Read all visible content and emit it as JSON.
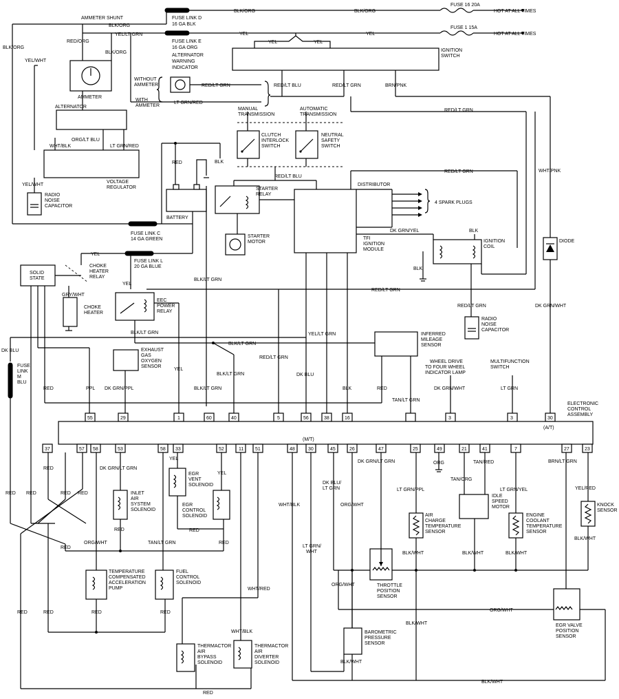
{
  "labels": {
    "ammeter_shunt": "AMMETER SHUNT",
    "blk_org": "BLK/ORG",
    "yel_lt_grn": "YEL/LT GRN",
    "red_org": "RED/ORG",
    "yel_wht": "YEL/WHT",
    "ammeter": "AMMETER",
    "alternator": "ALTERNATOR",
    "org_lt_blu": "ORG/LT BLU",
    "wht_blk": "WHT/BLK",
    "lt_grn_red": "LT GRN/RED",
    "voltage_regulator_1": "VOLTAGE",
    "voltage_regulator_2": "REGULATOR",
    "radio_noise_cap_1": "RADIO",
    "radio_noise_cap_2": "NOISE",
    "radio_noise_cap_3": "CAPACITOR",
    "fuse_link_d_1": "FUSE LINK D",
    "fuse_link_d_2": "16 GA BLK",
    "fuse_link_e_1": "FUSE LINK E",
    "fuse_link_e_2": "16 GA ORG",
    "alt_warning_1": "ALTERNATOR",
    "alt_warning_2": "WARNING",
    "alt_warning_3": "INDICATOR",
    "yel": "YEL",
    "fuse_16": "FUSE 16 20A",
    "fuse_1": "FUSE 1 15A",
    "hot_at_all_times": "HOT AT ALL TIMES",
    "ignition_switch_1": "IGNITION",
    "ignition_switch_2": "SWITCH",
    "without_ammeter_1": "WITHOUT",
    "without_ammeter_2": "AMMETER",
    "with_ammeter_1": "WITH",
    "with_ammeter_2": "AMMETER",
    "red_lt_grn": "RED/LT GRN",
    "red_lt_blu": "RED/LT BLU",
    "brn_pnk": "BRN/PNK",
    "manual_trans_1": "MANUAL",
    "manual_trans_2": "TRANSMISSION",
    "auto_trans_1": "AUTOMATIC",
    "auto_trans_2": "TRANSMISSION",
    "clutch_1": "CLUTCH",
    "clutch_2": "INTERLOCK",
    "clutch_3": "SWITCH",
    "neutral_1": "NEUTRAL",
    "neutral_2": "SAFETY",
    "neutral_3": "SWITCH",
    "red": "RED",
    "blk": "BLK",
    "battery": "BATTERY",
    "starter_relay_1": "STARTER",
    "starter_relay_2": "RELAY",
    "starter_motor_1": "STARTER",
    "starter_motor_2": "MOTOR",
    "distributor": "DISTRIBUTOR",
    "spark_plugs": "4 SPARK PLUGS",
    "wht_pnk": "WHT/PNK",
    "dk_grn_yel": "DK GRN/YEL",
    "tfi_1": "TFI",
    "tfi_2": "IGNITION",
    "tfi_3": "MODULE",
    "ignition_coil_1": "IGNITION",
    "ignition_coil_2": "COIL",
    "diode": "DIODE",
    "fuse_link_c_1": "FUSE LINK C",
    "fuse_link_c_2": "14 GA GREEN",
    "fuse_link_l_1": "FUSE LINK L",
    "fuse_link_l_2": "20 GA BLUE",
    "solid_state_1": "SOLID",
    "solid_state_2": "STATE",
    "choke_relay_1": "CHOKE",
    "choke_relay_2": "HEATER",
    "choke_relay_3": "RELAY",
    "gry_wht": "GRY/WHT",
    "choke_heater_1": "CHOKE",
    "choke_heater_2": "HEATER",
    "eec_1": "EEC",
    "eec_2": "POWER",
    "eec_3": "RELAY",
    "blk_lt_grn": "BLK/LT GRN",
    "dk_grn_wht": "DK GRN/WHT",
    "dk_blu": "DK BLU",
    "fuse_link_m_1": "FUSE",
    "fuse_link_m_2": "LINK",
    "fuse_link_m_3": "M",
    "fuse_link_m_4": "BLU",
    "ego_1": "EXHAUST",
    "ego_2": "GAS",
    "ego_3": "OXYGEN",
    "ego_4": "SENSOR",
    "yel_lt_grn2": "YEL/LT GRN",
    "inferred_1": "INFERRED",
    "inferred_2": "MILEAGE",
    "inferred_3": "SENSOR",
    "four_wd_1": "WHEEL DRIVE",
    "four_wd_2": "TO FOUR WHEEL",
    "four_wd_3": "INDICATOR LAMP",
    "multifunction_1": "MULTIFUNCTION",
    "multifunction_2": "SWITCH",
    "lt_grn": "LT GRN",
    "ppl": "PPL",
    "dk_grn_ppl": "DK GRN/PPL",
    "tan_lt_grn": "TAN/LT GRN",
    "eca_1": "ELECTRONIC",
    "eca_2": "CONTROL",
    "eca_3": "ASSEMBLY",
    "mt": "(M/T)",
    "at": "(A/T)",
    "top_pins": [
      "55",
      "29",
      "1",
      "60",
      "40",
      "5",
      "56",
      "38",
      "16",
      "3",
      "3",
      "30"
    ],
    "bottom_pins": [
      "37",
      "57",
      "58",
      "53",
      "58",
      "33",
      "52",
      "11",
      "51",
      "48",
      "30",
      "45",
      "26",
      "47",
      "25",
      "49",
      "21",
      "41",
      "7",
      "27",
      "23"
    ],
    "dk_grn_lt_grn": "DK GRN/LT GRN",
    "egr_vent_1": "EGR",
    "egr_vent_2": "VENT",
    "egr_vent_3": "SOLENOID",
    "egr_control_1": "EGR",
    "egr_control_2": "CONTROL",
    "egr_control_3": "SOLENOID",
    "inlet_air_1": "INLET",
    "inlet_air_2": "AIR",
    "inlet_air_3": "SYSTEM",
    "inlet_air_4": "SOLENOID",
    "wht_blk2": "WHT/BLK",
    "dk_blu_lt_grn_1": "DK BLU/",
    "dk_blu_lt_grn_2": "LT GRN",
    "org_wht": "ORG/WHT",
    "dk_grn_lt_grn2": "DK GRN/LT GRN",
    "lt_grn_ppl": "LT GRN/PPL",
    "org": "ORG",
    "tan_org": "TAN/ORG",
    "tan_red": "TAN/RED",
    "lt_grn_yel": "LT GRN/YEL",
    "brn_lt_grn": "BRN/LT GRN",
    "yel_red": "YEL/RED",
    "act_1": "AIR",
    "act_2": "CHARGE",
    "act_3": "TEMPERATURE",
    "act_4": "SENSOR",
    "isc_1": "IDLE",
    "isc_2": "SPEED",
    "isc_3": "MOTOR",
    "ect_1": "ENGINE",
    "ect_2": "COOLANT",
    "ect_3": "TEMPERATURE",
    "ect_4": "SENSOR",
    "knock_1": "KNOCK",
    "knock_2": "SENSOR",
    "blk_wht": "BLK/WHT",
    "tps_1": "THROTTLE",
    "tps_2": "POSITION",
    "tps_3": "SENSOR",
    "lt_grn_wht_1": "LT GRN/",
    "lt_grn_wht_2": "WHT",
    "egr_pos_1": "EGR VALVE",
    "egr_pos_2": "POSITION",
    "egr_pos_3": "SENSOR",
    "baro_1": "BAROMETRIC",
    "baro_2": "PRESSURE",
    "baro_3": "SENSOR",
    "tcap_1": "TEMPERATURE",
    "tcap_2": "COMPENSATED",
    "tcap_3": "ACCELERATION",
    "tcap_4": "PUMP",
    "fuel_1": "FUEL",
    "fuel_2": "CONTROL",
    "fuel_3": "SOLENOID",
    "wht_red": "WHT/RED",
    "tab_1": "THERMACTOR",
    "tab_2": "AIR",
    "tab_3": "BYPASS",
    "tab_4": "SOLENOID",
    "tad_1": "THERMACTOR",
    "tad_2": "AIR",
    "tad_3": "DIVERTER",
    "tad_4": "SOLENOID"
  }
}
